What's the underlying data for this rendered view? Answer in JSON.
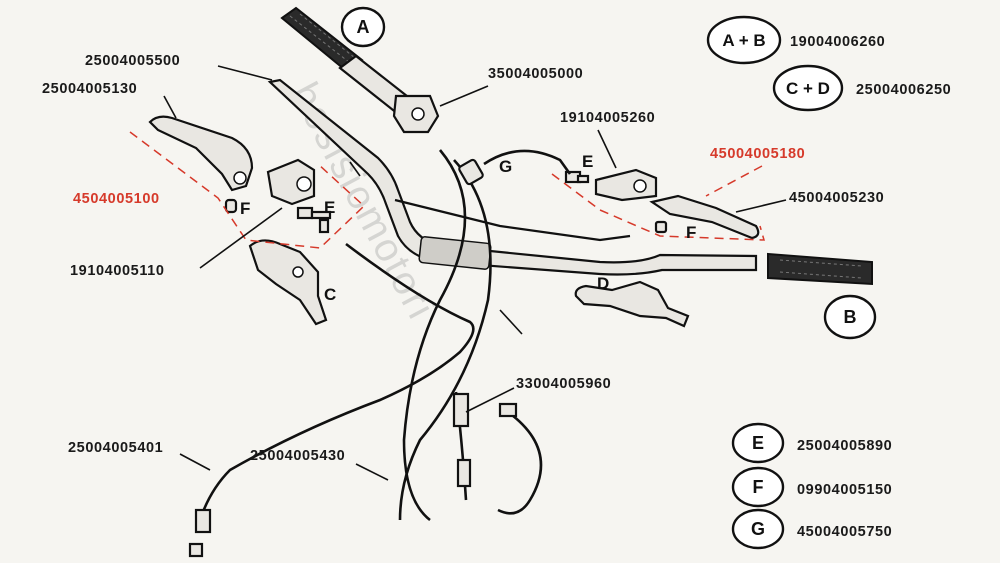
{
  "watermark": "bosisiomotori",
  "part_labels": {
    "p25004005500": "25004005500",
    "p25004005130": "25004005130",
    "p4504005100": "4504005100",
    "p19104005110": "19104005110",
    "p35004005000": "35004005000",
    "p19104005260": "19104005260",
    "p45004005180": "45004005180",
    "p45004005230": "45004005230",
    "p33004005960": "33004005960",
    "p25004005401": "25004005401",
    "p25004005430": "25004005430"
  },
  "callout_letters": {
    "A": "A",
    "B": "B",
    "C": "C",
    "D": "D",
    "E_left": "E",
    "E_right": "E",
    "F_left": "F",
    "F_right": "F",
    "G": "G"
  },
  "kit_legend": [
    {
      "key": "A + B",
      "part": "19004006260"
    },
    {
      "key": "C + D",
      "part": "25004006250"
    },
    {
      "key": "E",
      "part": "25004005890"
    },
    {
      "key": "F",
      "part": "09904005150"
    },
    {
      "key": "G",
      "part": "45004005750"
    }
  ],
  "colors": {
    "ink": "#111111",
    "highlight_red": "#d63a2b",
    "paper": "#f6f5f1"
  }
}
